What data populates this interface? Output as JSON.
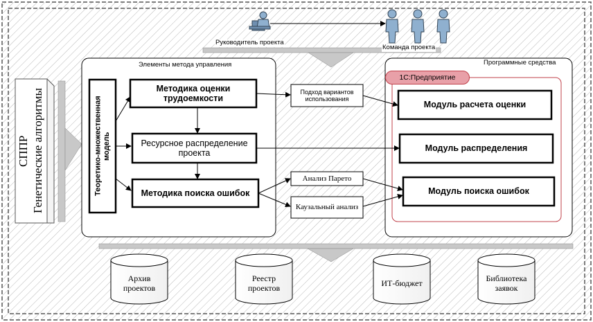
{
  "top": {
    "manager_label": "Руководитель проекта",
    "team_label": "Команда проекта",
    "manager_icon": "person-at-desk-icon",
    "team_icon": "person-icon"
  },
  "left_panel": {
    "line1": "СППР",
    "line2": "Генетические алгоритмы"
  },
  "methods": {
    "title": "Элементы метода управления",
    "model": "Теоретико-множественная модель",
    "m1": "Методика оценки трудоемкости",
    "m2": "Ресурсное распределение проекта",
    "m3": "Методика поиска ошибок",
    "use_cases": "Подход вариантов использования",
    "pareto": "Анализ Парето",
    "causal": "Каузальный анализ"
  },
  "software": {
    "title": "Программные средства",
    "badge": "1С:Предприятие",
    "mod1": "Модуль расчета оценки",
    "mod2": "Модуль распределения",
    "mod3": "Модуль поиска ошибок"
  },
  "storage": [
    {
      "label": "Архив проектов"
    },
    {
      "label": "Реестр проектов"
    },
    {
      "label": "ИТ-бюджет"
    },
    {
      "label": "Библиотека заявок"
    }
  ],
  "colors": {
    "badge_fill": "#e8a0a8",
    "badge_border": "#c0404a",
    "frame_red": "#c0404a",
    "arrow_gray": "#c8c8c8"
  }
}
